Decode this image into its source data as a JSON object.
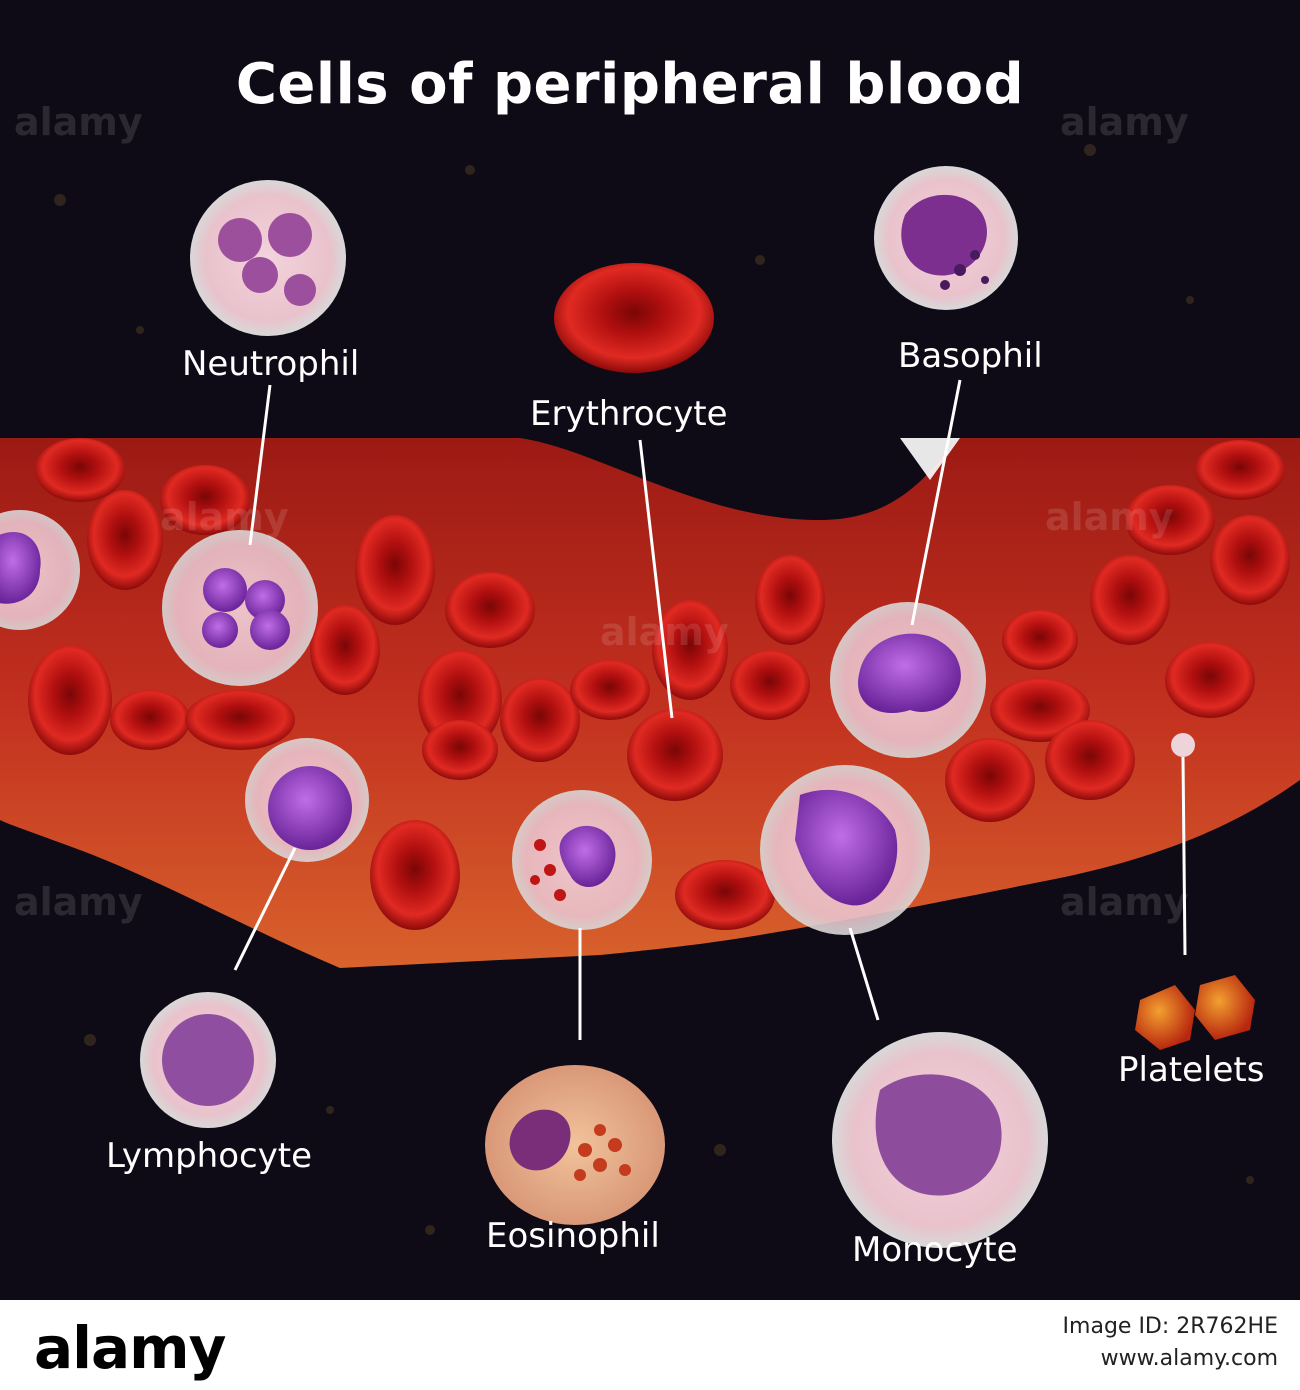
{
  "title": "Cells of peripheral blood",
  "labels": {
    "neutrophil": "Neutrophil",
    "erythrocyte": "Erythrocyte",
    "basophil": "Basophil",
    "lymphocyte": "Lymphocyte",
    "eosinophil": "Eosinophil",
    "monocyte": "Monocyte",
    "platelets": "Platelets"
  },
  "watermark": "alamy",
  "footer": {
    "brand": "alamy",
    "image_id": "Image ID: 2R762HE",
    "site": "www.alamy.com"
  },
  "colors": {
    "background": "#0f0b16",
    "vessel": "#b4231b",
    "rbc": "#c21616",
    "nucleus": "#8b3fc0",
    "label": "#ffffff"
  }
}
